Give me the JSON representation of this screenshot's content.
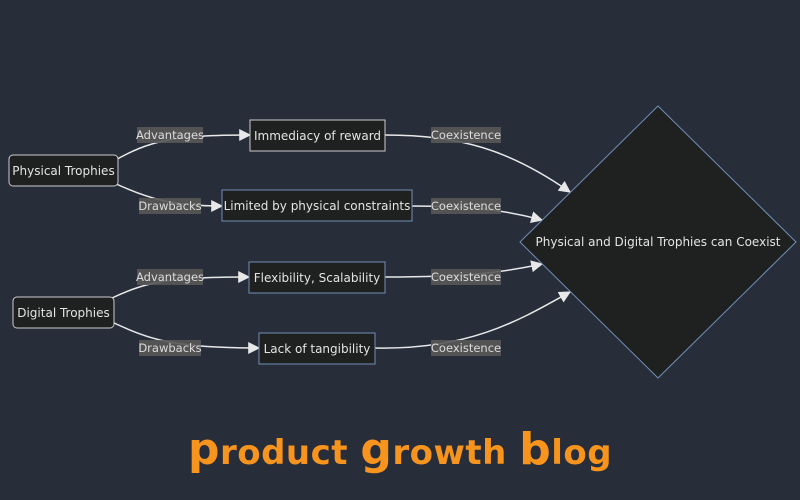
{
  "diagram": {
    "source_nodes": {
      "physical": "Physical Trophies",
      "digital": "Digital Trophies"
    },
    "middle_nodes": {
      "immediacy": "Immediacy of reward",
      "limited": "Limited by physical constraints",
      "flexibility": "Flexibility, Scalability",
      "tangibility": "Lack of tangibility"
    },
    "target_node": "Physical and Digital Trophies can Coexist",
    "edge_labels": {
      "advantages": "Advantages",
      "drawbacks": "Drawbacks",
      "coexistence": "Coexistence"
    }
  },
  "brand": {
    "p": "p",
    "roduct": "roduct ",
    "g": "g",
    "rowth": "rowth ",
    "b": "b",
    "log": "log"
  },
  "colors": {
    "background": "#282d3a",
    "node_fill": "#1f2020",
    "brand": "#f7941d"
  }
}
